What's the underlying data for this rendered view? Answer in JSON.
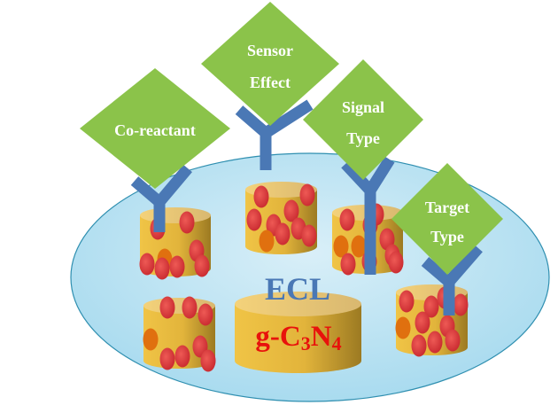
{
  "diagram": {
    "center_label": "ECL",
    "material": {
      "prefix": "g-",
      "c": "C",
      "c_sub": "3",
      "n": "N",
      "n_sub": "4"
    },
    "factors": [
      {
        "id": "co-reactant",
        "lines": [
          "Co-reactant"
        ]
      },
      {
        "id": "sensor-effect",
        "lines": [
          "Sensor",
          "Effect"
        ]
      },
      {
        "id": "signal-type",
        "lines": [
          "Signal",
          "Type"
        ]
      },
      {
        "id": "target-type",
        "lines": [
          "Target",
          "Type"
        ]
      }
    ]
  },
  "colors": {
    "diamond": "#8bc34a",
    "antibody": "#4a78b5",
    "ellipse_fill": "#c6e6f4",
    "ellipse_stroke": "#2f8fb0",
    "cylinder": "#e7b83c",
    "dot_red": "#e0393e",
    "dot_orange": "#e0700f",
    "ecl_text": "#4a78b5",
    "material_text": "#e8120c"
  }
}
